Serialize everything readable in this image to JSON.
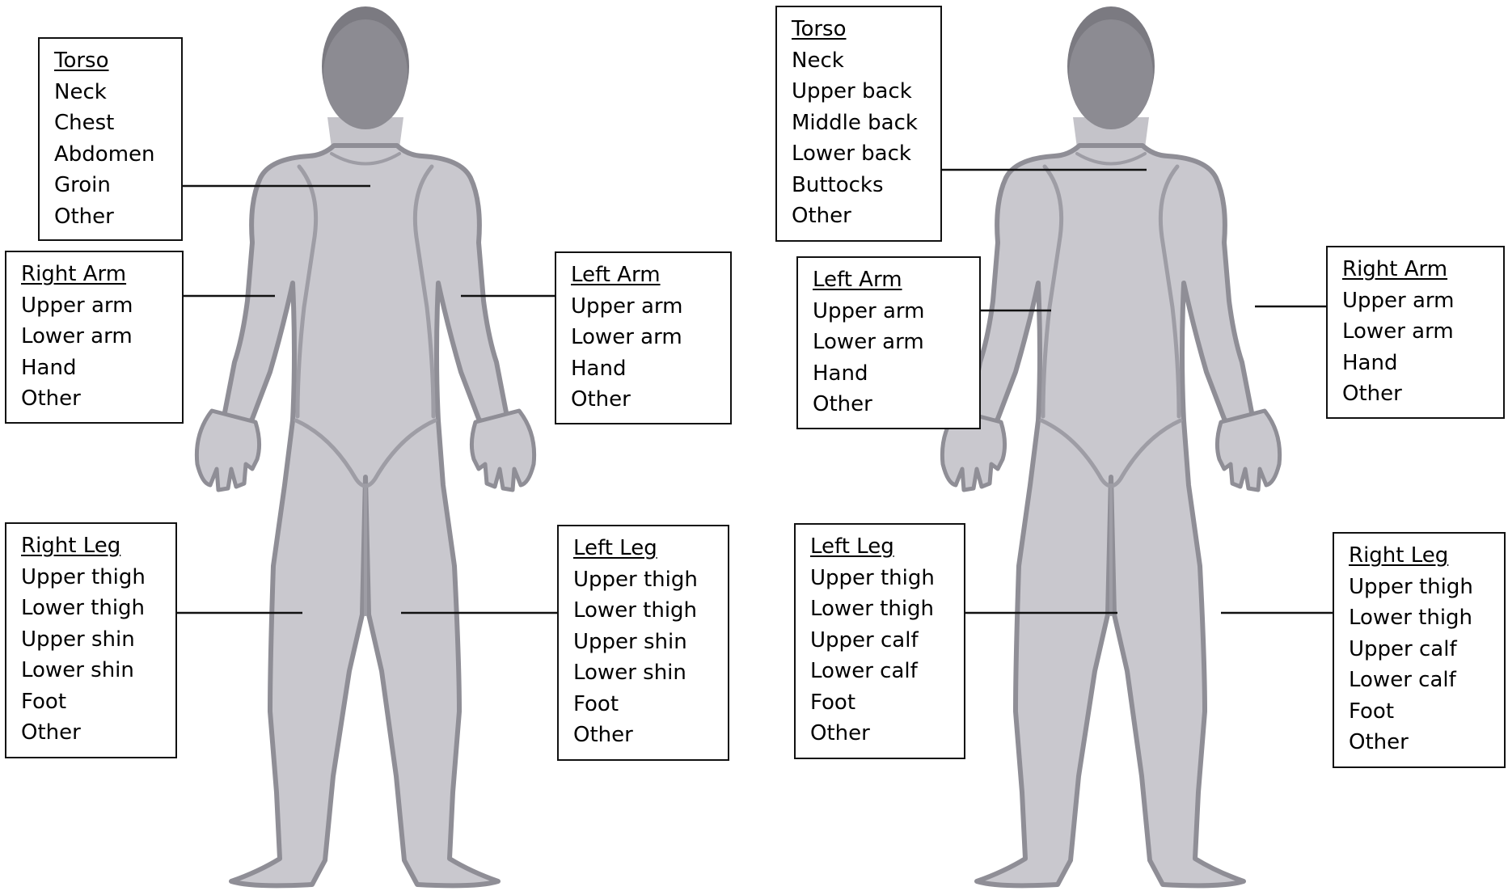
{
  "front_view": {
    "torso": {
      "title": "Torso",
      "items": [
        "Neck",
        "Chest",
        "Abdomen",
        "Groin",
        "Other"
      ]
    },
    "right_arm": {
      "title": "Right Arm",
      "items": [
        "Upper arm",
        "Lower arm",
        "Hand",
        "Other"
      ]
    },
    "left_arm": {
      "title": "Left Arm",
      "items": [
        "Upper arm",
        "Lower arm",
        "Hand",
        "Other"
      ]
    },
    "right_leg": {
      "title": "Right Leg",
      "items": [
        "Upper thigh",
        "Lower thigh",
        "Upper shin",
        "Lower shin",
        "Foot",
        "Other"
      ]
    },
    "left_leg": {
      "title": "Left Leg",
      "items": [
        "Upper thigh",
        "Lower thigh",
        "Upper shin",
        "Lower shin",
        "Foot",
        "Other"
      ]
    }
  },
  "back_view": {
    "torso": {
      "title": "Torso",
      "items": [
        "Neck",
        "Upper back",
        "Middle back",
        "Lower back",
        "Buttocks",
        "Other"
      ]
    },
    "left_arm": {
      "title": "Left Arm",
      "items": [
        "Upper arm",
        "Lower arm",
        "Hand",
        "Other"
      ]
    },
    "right_arm": {
      "title": "Right Arm",
      "items": [
        "Upper arm",
        "Lower arm",
        "Hand",
        "Other"
      ]
    },
    "left_leg": {
      "title": "Left Leg",
      "items": [
        "Upper thigh",
        "Lower thigh",
        "Upper calf",
        "Lower calf",
        "Foot",
        "Other"
      ]
    },
    "right_leg": {
      "title": "Right Leg",
      "items": [
        "Upper thigh",
        "Lower thigh",
        "Upper calf",
        "Lower calf",
        "Foot",
        "Other"
      ]
    }
  },
  "colors": {
    "body_fill": "#C9C8CE",
    "body_outline": "#8F8E96",
    "head_fill": "#7B7A81",
    "leader_line": "#111111"
  }
}
